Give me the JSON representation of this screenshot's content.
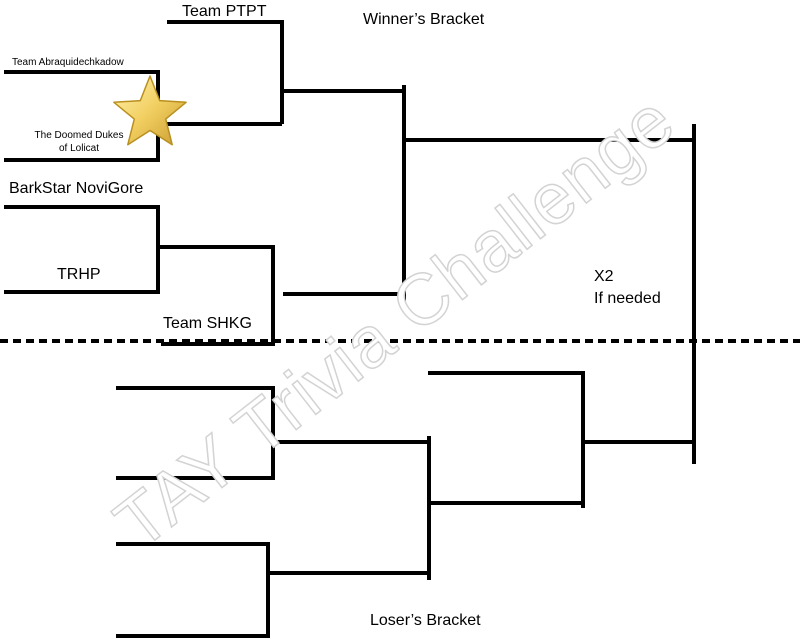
{
  "title_winners": "Winner’s Bracket",
  "title_losers": "Loser’s Bracket",
  "teams": {
    "ptpt": "Team PTPT",
    "abraquidechkadow": "Team Abraquidechkadow",
    "doomed_dukes_line1": "The Doomed Dukes",
    "doomed_dukes_line2": "of Lolicat",
    "barkstar": "BarkStar NoviGore",
    "trhp": "TRHP",
    "shkg": "Team SHKG"
  },
  "final_note": {
    "line1": "X2",
    "line2": "If needed"
  },
  "watermark": "TAY Trivia Challenge",
  "colors": {
    "line": "#000000",
    "star_fill": "#f2cf62",
    "star_stroke": "#b8901f",
    "watermark_stroke": "#d3d3d3"
  },
  "icons": {
    "winner_marker": "gold-star-icon"
  }
}
